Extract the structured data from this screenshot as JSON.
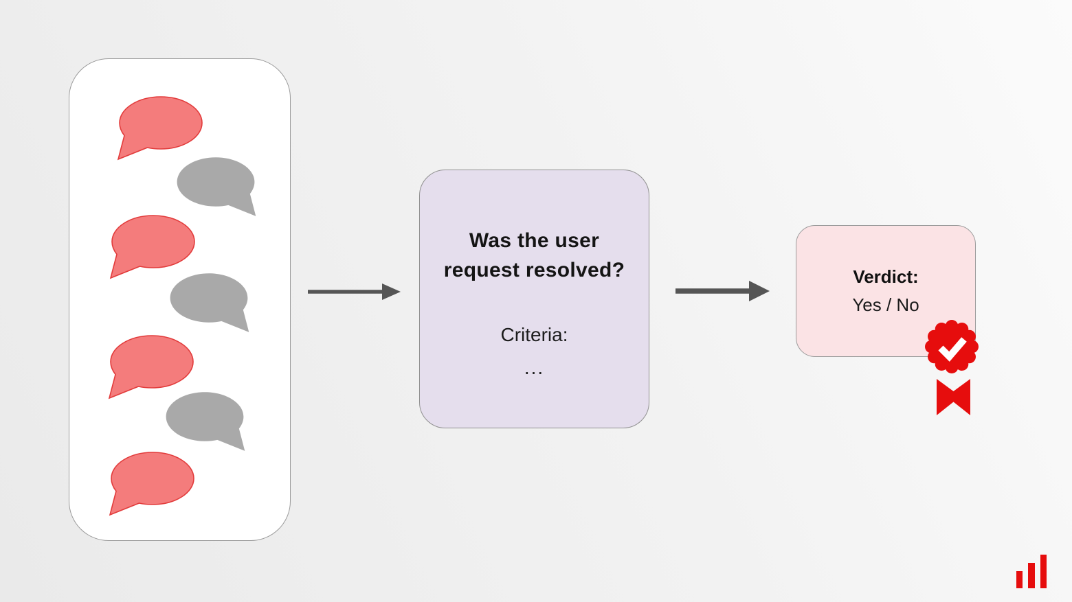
{
  "conversation_panel": {
    "bubbles": [
      {
        "role": "user",
        "side": "left"
      },
      {
        "role": "assistant",
        "side": "right"
      },
      {
        "role": "user",
        "side": "left"
      },
      {
        "role": "assistant",
        "side": "right"
      },
      {
        "role": "user",
        "side": "left"
      },
      {
        "role": "assistant",
        "side": "right"
      },
      {
        "role": "user",
        "side": "left"
      }
    ]
  },
  "judge_box": {
    "question_line1": "Was the user",
    "question_line2": "request resolved?",
    "criteria_label": "Criteria:",
    "criteria_placeholder": "...",
    "bg_color": "#e5deed"
  },
  "verdict_box": {
    "label": "Verdict:",
    "options": "Yes / No",
    "bg_color": "#fbe3e5"
  },
  "icons": {
    "badge": "award-rosette-check-icon",
    "logo": "bar-chart-logo-icon",
    "bubble_left": "speech-bubble-left-icon",
    "bubble_right": "speech-bubble-right-icon",
    "arrow": "right-arrow-icon"
  },
  "colors": {
    "user_bubble_fill": "#f47c7c",
    "user_bubble_stroke": "#e23b3b",
    "assistant_bubble_fill": "#a9a9a9",
    "arrow": "#555555",
    "badge_red": "#e60d0d",
    "logo_red": "#e60d0d",
    "panel_border": "#9b9b9b",
    "judge_bg": "#e5deed",
    "verdict_bg": "#fbe3e5",
    "text_dark": "#141414"
  }
}
